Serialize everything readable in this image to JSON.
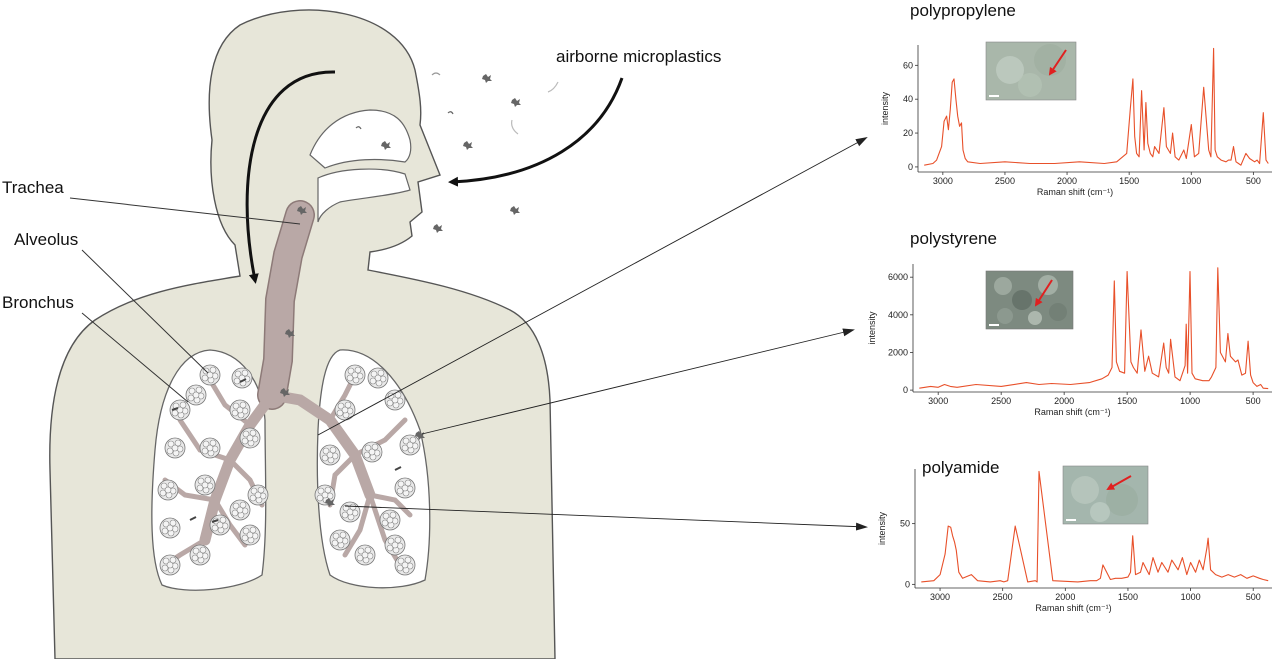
{
  "labels": {
    "airborne": "airborne microplastics",
    "trachea": "Trachea",
    "alveolus": "Alveolus",
    "bronchus": "Bronchus"
  },
  "colors": {
    "body": "#e7e6d9",
    "outline": "#555555",
    "airway": "#b9a8a6",
    "lung": "#ffffff",
    "spectrum": "#e8502a",
    "arrow_red": "#e02020"
  },
  "chart_data": [
    {
      "type": "line",
      "title": "polypropylene",
      "xlabel": "Raman shift (cm⁻¹)",
      "ylabel": "intensity",
      "xlim": [
        3200,
        350
      ],
      "ylim": [
        -3,
        72
      ],
      "xticks": [
        "3000",
        "2500",
        "2000",
        "1500",
        "1000",
        "500"
      ],
      "yticks": [
        "0",
        "20",
        "40",
        "60"
      ],
      "ytick_values": [
        0,
        20,
        40,
        60
      ],
      "x": [
        3150,
        3080,
        3050,
        3010,
        2990,
        2970,
        2955,
        2940,
        2925,
        2910,
        2895,
        2880,
        2865,
        2850,
        2838,
        2820,
        2800,
        2700,
        2500,
        2300,
        2100,
        1900,
        1700,
        1600,
        1520,
        1490,
        1470,
        1455,
        1440,
        1420,
        1400,
        1380,
        1365,
        1350,
        1330,
        1310,
        1295,
        1260,
        1220,
        1200,
        1168,
        1150,
        1130,
        1100,
        1060,
        1040,
        1000,
        975,
        940,
        900,
        860,
        842,
        820,
        808,
        790,
        760,
        720,
        700,
        680,
        660,
        640,
        620,
        600,
        560,
        530,
        490,
        470,
        450,
        420,
        398,
        380
      ],
      "values": [
        1,
        2,
        4,
        12,
        27,
        30,
        22,
        34,
        50,
        52,
        40,
        30,
        24,
        26,
        10,
        5,
        3,
        2,
        3,
        2,
        2,
        3,
        2,
        3,
        8,
        35,
        52,
        18,
        8,
        6,
        45,
        10,
        38,
        14,
        8,
        6,
        12,
        8,
        35,
        12,
        8,
        20,
        6,
        4,
        10,
        5,
        25,
        6,
        8,
        47,
        10,
        6,
        70,
        10,
        6,
        4,
        3,
        4,
        4,
        12,
        3,
        2,
        1,
        8,
        5,
        3,
        4,
        2,
        32,
        4,
        2
      ]
    },
    {
      "type": "line",
      "title": "polystyrene",
      "xlabel": "Raman shift (cm⁻¹)",
      "ylabel": "intensity",
      "xlim": [
        3200,
        350
      ],
      "ylim": [
        -100,
        6700
      ],
      "xticks": [
        "3000",
        "2500",
        "2000",
        "1500",
        "1000",
        "500"
      ],
      "yticks": [
        "0",
        "2000",
        "4000",
        "6000"
      ],
      "ytick_values": [
        0,
        2000,
        4000,
        6000
      ],
      "x": [
        3150,
        3060,
        3000,
        2950,
        2904,
        2850,
        2700,
        2500,
        2300,
        2200,
        2100,
        1950,
        1800,
        1700,
        1650,
        1620,
        1602,
        1585,
        1560,
        1520,
        1500,
        1470,
        1450,
        1420,
        1390,
        1360,
        1330,
        1300,
        1250,
        1210,
        1190,
        1170,
        1155,
        1120,
        1080,
        1040,
        1031,
        1020,
        1001,
        985,
        960,
        900,
        850,
        830,
        795,
        780,
        760,
        720,
        700,
        680,
        640,
        620,
        590,
        560,
        540,
        520,
        500,
        470,
        440,
        420,
        380
      ],
      "values": [
        100,
        200,
        150,
        300,
        200,
        150,
        300,
        200,
        400,
        300,
        350,
        300,
        400,
        600,
        800,
        1200,
        5800,
        1500,
        1000,
        900,
        6300,
        1500,
        1200,
        900,
        3200,
        1000,
        1800,
        900,
        700,
        2500,
        1200,
        900,
        2700,
        700,
        500,
        1300,
        3500,
        900,
        6300,
        900,
        600,
        500,
        500,
        700,
        1200,
        6500,
        2000,
        1500,
        3000,
        1800,
        1500,
        1600,
        800,
        900,
        2600,
        800,
        400,
        200,
        300,
        100,
        80
      ]
    },
    {
      "type": "line",
      "title": "polyamide",
      "xlabel": "Raman shift (cm⁻¹)",
      "ylabel": "intensity",
      "xlim": [
        3200,
        350
      ],
      "ylim": [
        -3,
        95
      ],
      "xticks": [
        "3000",
        "2500",
        "2000",
        "1500",
        "1000",
        "500"
      ],
      "yticks": [
        "0",
        "50"
      ],
      "ytick_values": [
        0,
        50
      ],
      "x": [
        3150,
        3050,
        3000,
        2960,
        2935,
        2915,
        2900,
        2885,
        2870,
        2850,
        2820,
        2750,
        2700,
        2600,
        2520,
        2490,
        2460,
        2400,
        2300,
        2240,
        2225,
        2210,
        2100,
        1900,
        1800,
        1750,
        1720,
        1700,
        1640,
        1600,
        1550,
        1500,
        1480,
        1462,
        1440,
        1400,
        1380,
        1330,
        1300,
        1260,
        1230,
        1180,
        1150,
        1100,
        1065,
        1030,
        1000,
        960,
        930,
        900,
        870,
        860,
        840,
        800,
        750,
        700,
        650,
        600,
        550,
        500,
        450,
        420,
        380
      ],
      "values": [
        2,
        3,
        8,
        25,
        48,
        47,
        40,
        35,
        28,
        10,
        5,
        8,
        3,
        2,
        3,
        2,
        3,
        48,
        2,
        3,
        2,
        93,
        3,
        2,
        3,
        3,
        5,
        16,
        4,
        5,
        5,
        6,
        10,
        40,
        8,
        10,
        18,
        8,
        22,
        10,
        18,
        10,
        20,
        12,
        22,
        8,
        18,
        10,
        20,
        12,
        30,
        38,
        12,
        8,
        6,
        8,
        6,
        8,
        5,
        7,
        5,
        4,
        3
      ]
    }
  ]
}
